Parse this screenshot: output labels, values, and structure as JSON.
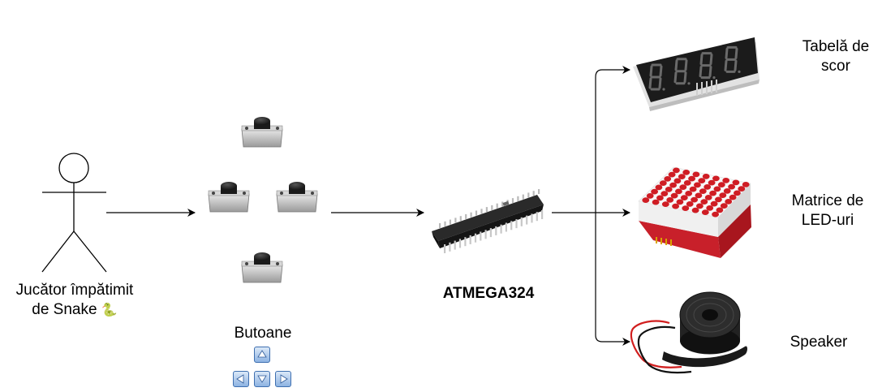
{
  "player": {
    "line1": "Jucător împătimit",
    "line2": "de Snake",
    "snake_emoji": "🐍"
  },
  "buttons": {
    "label": "Butoane",
    "arrow_keys": [
      "arrow-up",
      "arrow-left",
      "arrow-down",
      "arrow-right"
    ]
  },
  "mcu": {
    "label": "ATMEGA324"
  },
  "outputs": {
    "score": {
      "line1": "Tabelă de",
      "line2": "scor"
    },
    "matrix": {
      "line1": "Matrice de",
      "line2": "LED-uri"
    },
    "speaker": {
      "label": "Speaker"
    }
  },
  "colors": {
    "arrow": "#000000",
    "key_fill": "#8db3e2",
    "key_border": "#3e6fb0",
    "pcb_red": "#c8202a"
  }
}
